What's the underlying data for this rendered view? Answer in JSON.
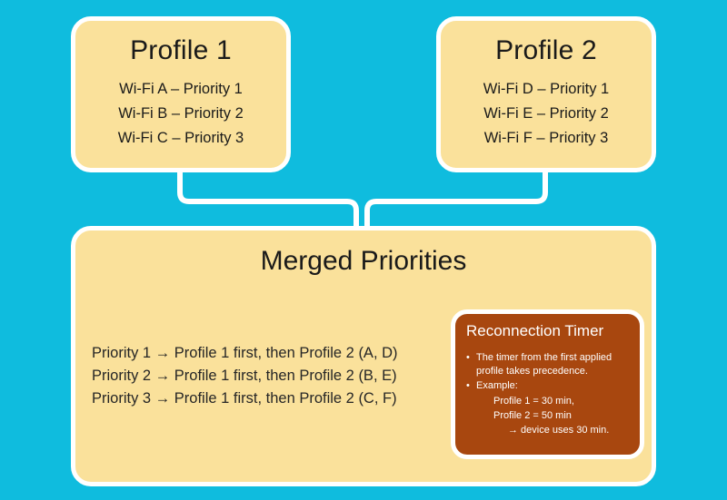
{
  "colors": {
    "background": "#0fbcde",
    "card": "#fae19b",
    "card_border": "#ffffff",
    "timer_card": "#a8470f",
    "text": "#1a1a1a",
    "connector": "#ffffff"
  },
  "profiles": [
    {
      "title": "Profile 1",
      "lines": [
        "Wi-Fi A – Priority 1",
        "Wi-Fi B – Priority 2",
        "Wi-Fi C – Priority 3"
      ]
    },
    {
      "title": "Profile 2",
      "lines": [
        "Wi-Fi D – Priority 1",
        "Wi-Fi E – Priority 2",
        "Wi-Fi F – Priority 3"
      ]
    }
  ],
  "merged": {
    "title": "Merged Priorities",
    "priority_lines": [
      "Priority 1 → Profile 1 first, then Profile 2 (A, D)",
      "Priority 2 → Profile 1 first, then Profile 2 (B, E)",
      "Priority 3 → Profile 1 first, then Profile 2 (C, F)"
    ]
  },
  "timer": {
    "title": "Reconnection Timer",
    "bullets": [
      "The timer from the first applied profile takes precedence.",
      "Example:"
    ],
    "sub_lines": [
      "Profile 1 = 30 min,",
      "Profile 2 = 50 min"
    ],
    "result_line": "→ device uses 30 min."
  }
}
